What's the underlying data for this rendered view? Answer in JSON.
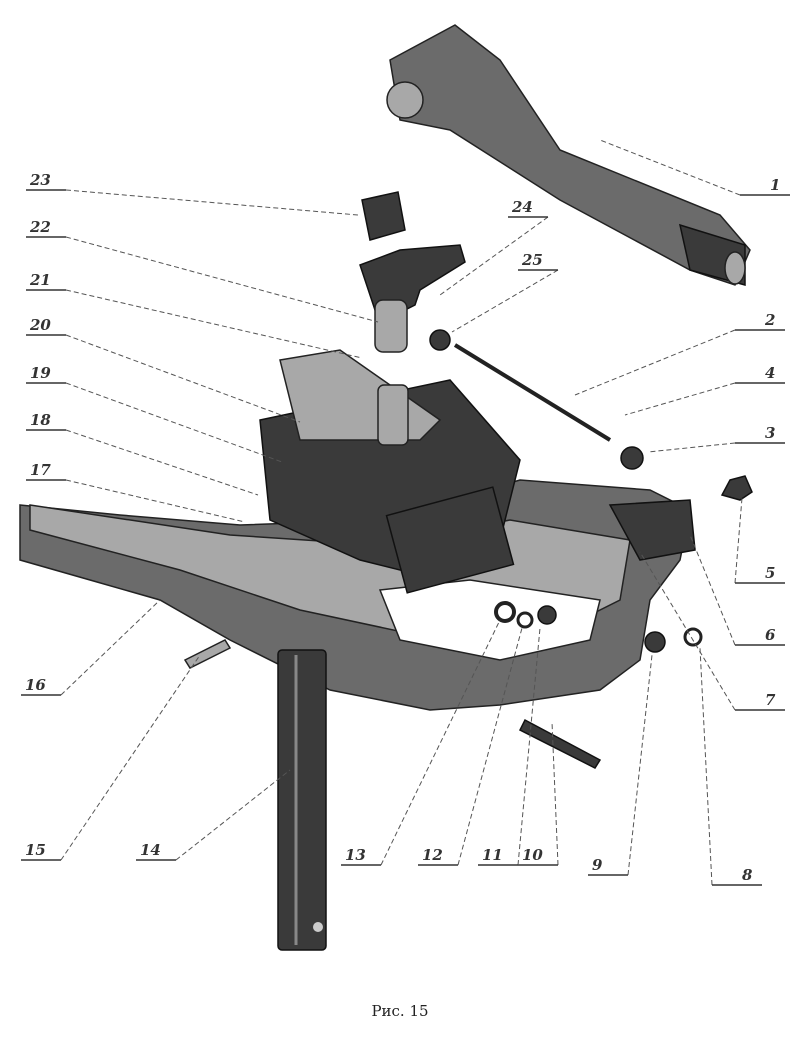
{
  "figure": {
    "caption": "Рис. 15",
    "callouts": [
      "1",
      "2",
      "3",
      "4",
      "5",
      "6",
      "7",
      "8",
      "9",
      "10",
      "11",
      "12",
      "13",
      "14",
      "15",
      "16",
      "17",
      "18",
      "19",
      "20",
      "21",
      "22",
      "23",
      "24",
      "25"
    ]
  }
}
